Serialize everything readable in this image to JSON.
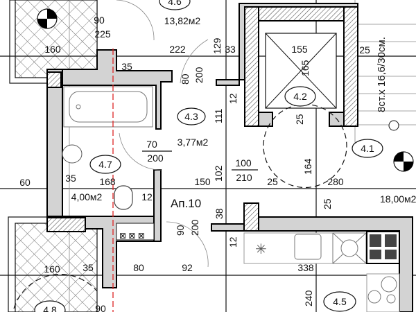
{
  "plan": {
    "apartment_label": "Ап.10",
    "stairs_note": "8ст.x 16,6/30см.",
    "rooms": [
      {
        "id": "4.6",
        "area": "13,82м2"
      },
      {
        "id": "4.3",
        "area": "3,77м2"
      },
      {
        "id": "4.7",
        "area": "4,00м2"
      },
      {
        "id": "4.1",
        "area": "18,00м2"
      },
      {
        "id": "4.2"
      },
      {
        "id": "4.5"
      },
      {
        "id": "4.8"
      }
    ],
    "dimensions": {
      "d90_top": "90",
      "d225": "225",
      "d160_top": "160",
      "d222": "222",
      "d129": "129",
      "d33": "33",
      "d155": "155",
      "d165": "165",
      "d25_stair": "25",
      "d35_a": "35",
      "d80_door": "80",
      "d200_door": "200",
      "d12_a": "12",
      "d111": "111",
      "d25_lift": "25",
      "d70": "70",
      "d200_bath": "200",
      "d102": "102",
      "d100": "100",
      "d210": "210",
      "d164": "164",
      "d25_b": "25",
      "d280": "280",
      "d60": "60",
      "d35_b": "35",
      "d168": "168",
      "d150": "150",
      "d12_b": "12",
      "d25_c": "25",
      "d38": "38",
      "d90_b": "90",
      "d200_c": "200",
      "d12_c": "12",
      "d338": "338",
      "d160_bot": "160",
      "d35_c": "35",
      "d80_bot": "80",
      "d92": "92",
      "d240": "240",
      "d90_bot": "90"
    }
  }
}
